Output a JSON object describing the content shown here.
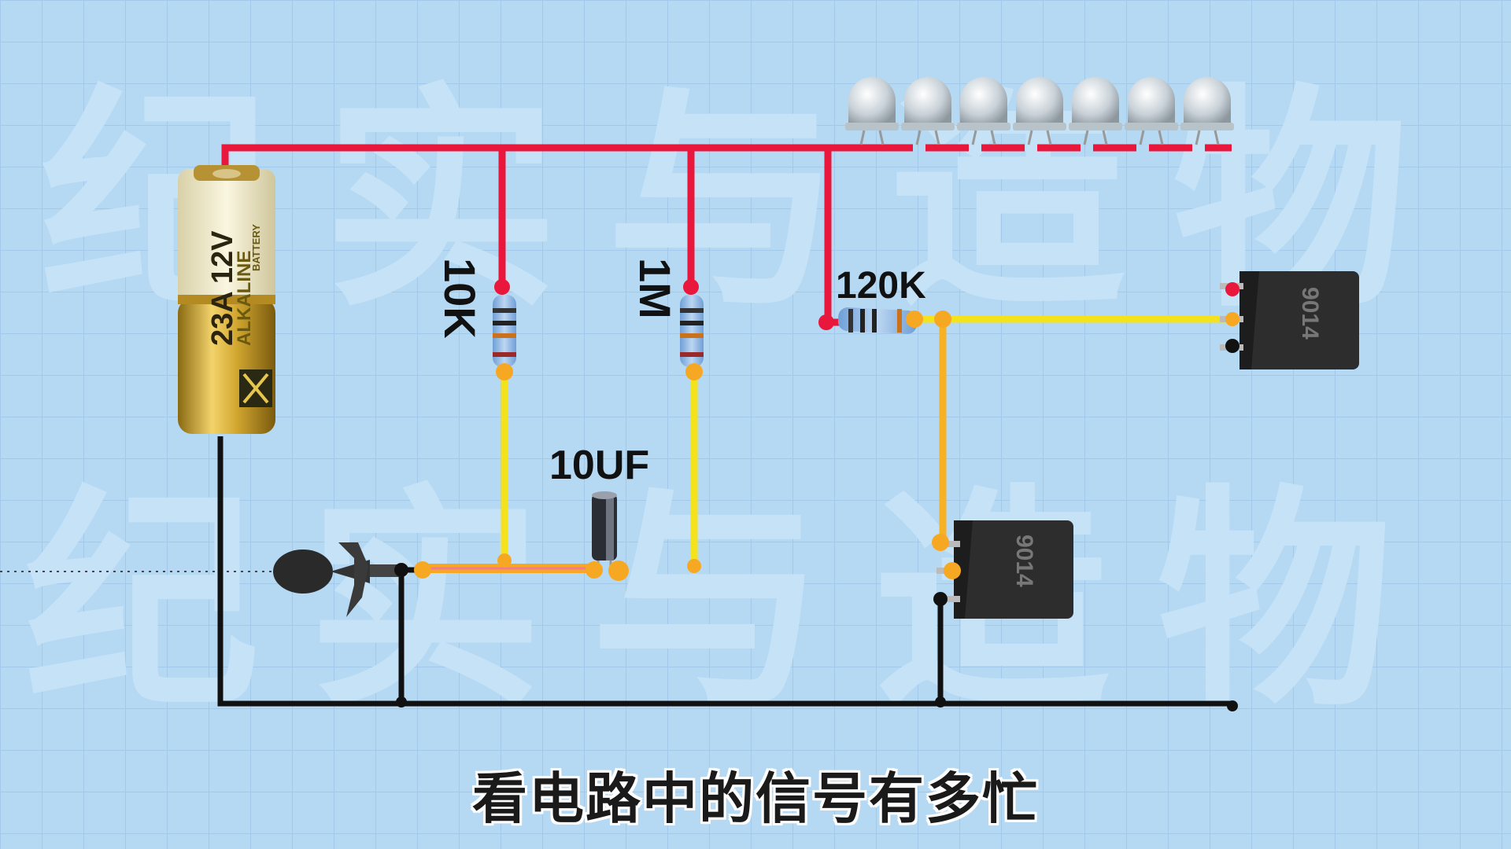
{
  "subtitle": "看电路中的信号有多忙",
  "watermark": "纪实与造物",
  "battery": {
    "model": "23A 12V",
    "type": "ALKALINE",
    "sub": "BATTERY"
  },
  "resistors": [
    {
      "id": "r1",
      "label": "10K"
    },
    {
      "id": "r2",
      "label": "1M"
    },
    {
      "id": "r3",
      "label": "120K"
    }
  ],
  "capacitor": {
    "label": "10UF"
  },
  "transistors": [
    {
      "id": "q1",
      "marking": "9014"
    },
    {
      "id": "q2",
      "marking": "9014"
    }
  ],
  "led_count": 7,
  "colors": {
    "background": "#b5d8f3",
    "positive_wire": "#e8173b",
    "ground_wire": "#111111",
    "signal_wire": "#f4e21c",
    "junction": "#f7a823"
  }
}
